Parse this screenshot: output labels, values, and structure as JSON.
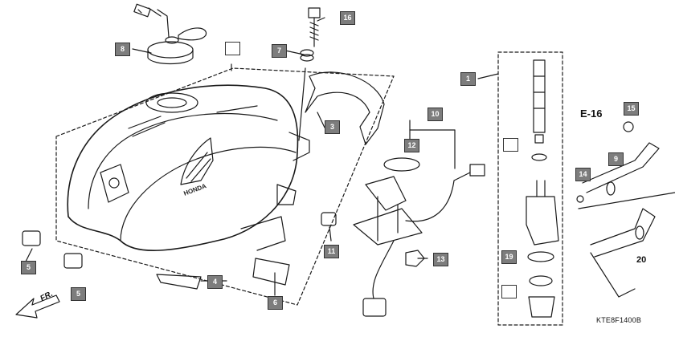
{
  "diagram": {
    "code": "KTE8F1400B",
    "section_ref": "E-16",
    "direction_label": "FR.",
    "callouts": [
      {
        "id": "c8",
        "label": "8"
      },
      {
        "id": "c16",
        "label": "16"
      },
      {
        "id": "c7",
        "label": "7"
      },
      {
        "id": "c3",
        "label": "3"
      },
      {
        "id": "c10",
        "label": "10"
      },
      {
        "id": "c12",
        "label": "12"
      },
      {
        "id": "c1",
        "label": "1"
      },
      {
        "id": "c15",
        "label": "15"
      },
      {
        "id": "c9",
        "label": "9"
      },
      {
        "id": "c14",
        "label": "14"
      },
      {
        "id": "c11",
        "label": "11"
      },
      {
        "id": "c13",
        "label": "13"
      },
      {
        "id": "c19",
        "label": "19"
      },
      {
        "id": "c5a",
        "label": "5"
      },
      {
        "id": "c5b",
        "label": "5"
      },
      {
        "id": "c4",
        "label": "4"
      },
      {
        "id": "c6",
        "label": "6"
      }
    ],
    "plain_label_20": "20",
    "tank_badge": "HONDA"
  }
}
